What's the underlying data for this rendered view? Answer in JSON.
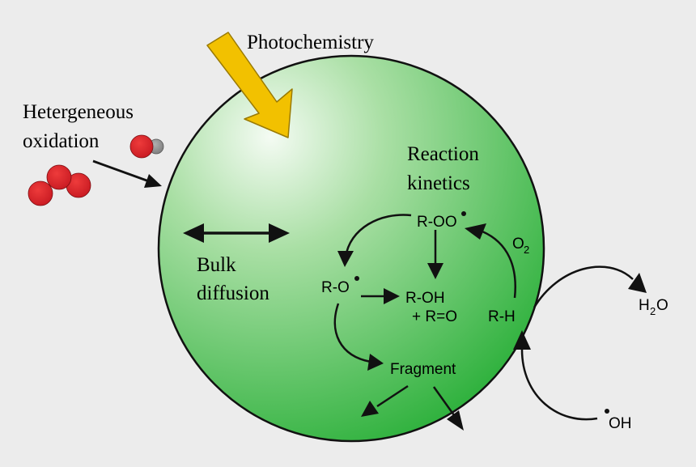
{
  "labels": {
    "photochemistry": "Photochemistry",
    "het_line1": "Hetergeneous",
    "het_line2": "oxidation",
    "reaction_line1": "Reaction",
    "reaction_line2": "kinetics",
    "bulk_line1": "Bulk",
    "bulk_line2": "diffusion"
  },
  "species": {
    "roo": "R-OO",
    "ro": "R-O",
    "roh": "R-OH",
    "ro_double": "+ R=O",
    "rh": "R-H",
    "fragment": "Fragment",
    "o2_base": "O",
    "o2_sub": "2",
    "h2o_h": "H",
    "h2o_sub": "2",
    "h2o_o": "O",
    "oh": "OH"
  },
  "colors": {
    "background": "#ececec",
    "sphere_light": "#f4fbf3",
    "sphere_dark": "#31b23f",
    "sun_arrow": "#f2c100",
    "molecule_red": "#d9222a",
    "molecule_gray": "#8c8c8c"
  }
}
